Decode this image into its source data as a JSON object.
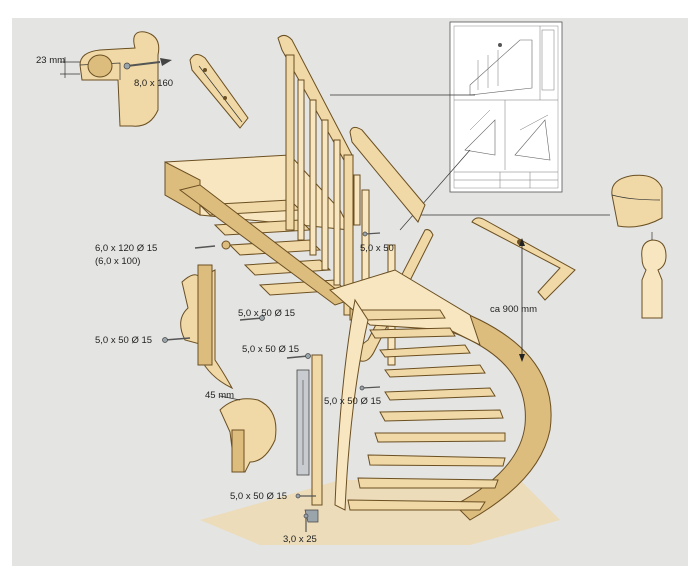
{
  "labels": {
    "dim_23mm": "23 mm",
    "screw_8x160": "8,0 x 160",
    "screw_6x120": "6,0 x 120 Ø 15",
    "screw_6x100": "(6,0 x 100)",
    "screw_5x50_top": "5,0 x 50",
    "screw_5x50_a": "5,0 x 50 Ø 15",
    "screw_5x50_b": "5,0 x 50 Ø 15",
    "screw_5x50_c": "5,0 x 50 Ø 15",
    "screw_5x50_d": "5,0 x 50 Ø 15",
    "screw_5x50_e": "5,0 x 50 Ø 15",
    "dim_45mm": "45 mm",
    "dim_900": "ca 900 mm",
    "screw_3x25": "3,0 x 25"
  },
  "colors": {
    "panel_bg": "#e4e4e2",
    "wood": "#f0d9a6",
    "wood_dark": "#ddbd7e",
    "outline": "#6b4f22"
  },
  "icons": [
    "screw-icon",
    "drill-arrow-icon",
    "technical-drawing-icon",
    "bracket-icon"
  ]
}
